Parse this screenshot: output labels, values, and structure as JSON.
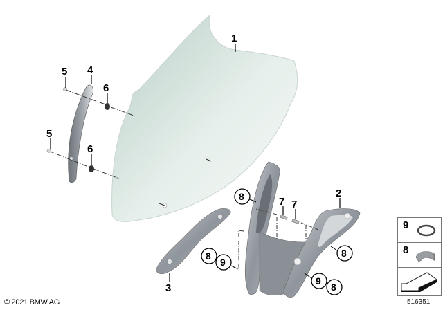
{
  "diagram": {
    "copyright": "© 2021 BMW AG",
    "diagram_number": "516351",
    "parts": [
      {
        "id": "1",
        "name": "windshield",
        "label": "1"
      },
      {
        "id": "2",
        "name": "right-bracket",
        "label": "2"
      },
      {
        "id": "3",
        "name": "trim-panel",
        "label": "3"
      },
      {
        "id": "4",
        "name": "side-strip",
        "label": "4"
      },
      {
        "id": "5",
        "name": "screw",
        "label": "5"
      },
      {
        "id": "6",
        "name": "grommet",
        "label": "6"
      },
      {
        "id": "7",
        "name": "pin",
        "label": "7"
      },
      {
        "id": "8",
        "name": "clip-nut",
        "label": "8"
      },
      {
        "id": "9",
        "name": "o-ring",
        "label": "9"
      }
    ],
    "callouts": {
      "c1": "1",
      "c2": "2",
      "c3": "3",
      "c4": "4",
      "c5a": "5",
      "c5b": "5",
      "c6a": "6",
      "c6b": "6",
      "c7a": "7",
      "c7b": "7",
      "c8a": "8",
      "c8b": "8",
      "c8c": "8",
      "c8d": "8",
      "c9a": "9",
      "c9b": "9"
    },
    "legend": [
      {
        "label": "9",
        "icon": "o-ring-icon"
      },
      {
        "label": "8",
        "icon": "clip-nut-icon"
      },
      {
        "label": "",
        "icon": "arrow-icon"
      }
    ]
  }
}
